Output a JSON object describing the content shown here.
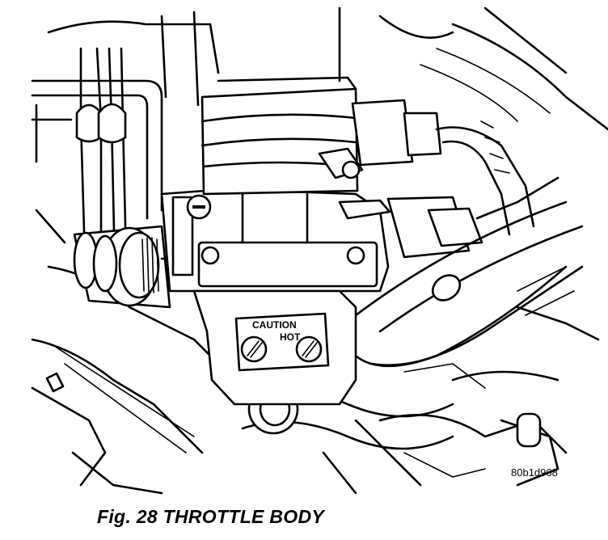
{
  "figure": {
    "caption": "Fig. 28 THROTTLE BODY",
    "reference_code": "80b1d968"
  },
  "labels": {
    "caution_line1": "CAUTION",
    "caution_line2": "HOT"
  }
}
